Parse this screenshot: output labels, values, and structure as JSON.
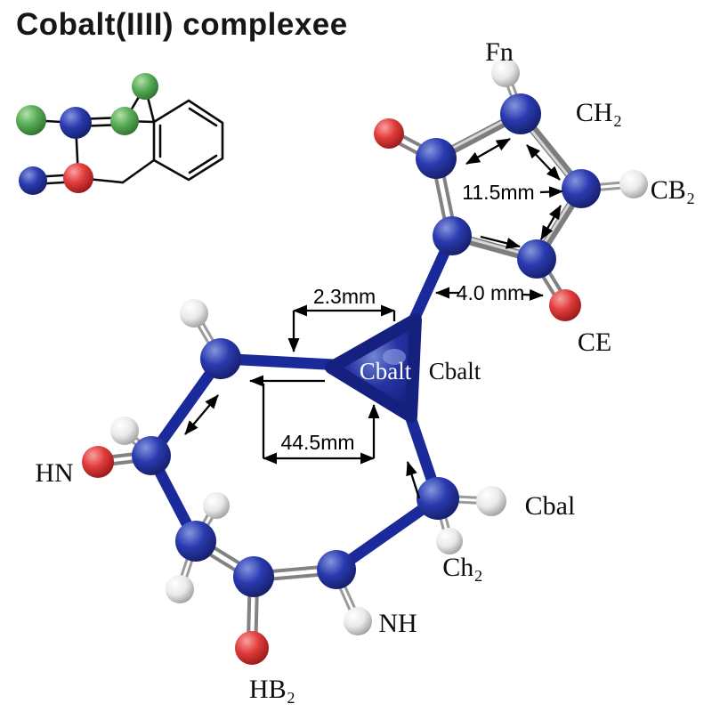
{
  "title": "Cobalt(IIII) complexee",
  "labels": {
    "fn": "Fn",
    "ch2_top": "CH₂",
    "cb2": "CB₂",
    "ce": "CE",
    "cbalt_white": "Cbalt",
    "cbalt_black": "Cbalt",
    "cbal": "Cbal",
    "ch2_bottom": "Ch₂",
    "nh": "NH",
    "hb2": "HB₂",
    "hn": "HN"
  },
  "measurements": {
    "pentagon_bond": "11.5mm",
    "triangle_top": "2.3mm",
    "triangle_bottom": "44.5mm",
    "triangle_right": "4.0 mm"
  },
  "colors": {
    "atom_blue": "#2a3ab0",
    "atom_red": "#e13c3c",
    "atom_white": "#e9e9e9",
    "atom_green": "#58ad58",
    "bond_blue": "#1b2a9a",
    "bond_gray": "#8a8a8a",
    "annotation": "#000000",
    "background": "#ffffff"
  }
}
